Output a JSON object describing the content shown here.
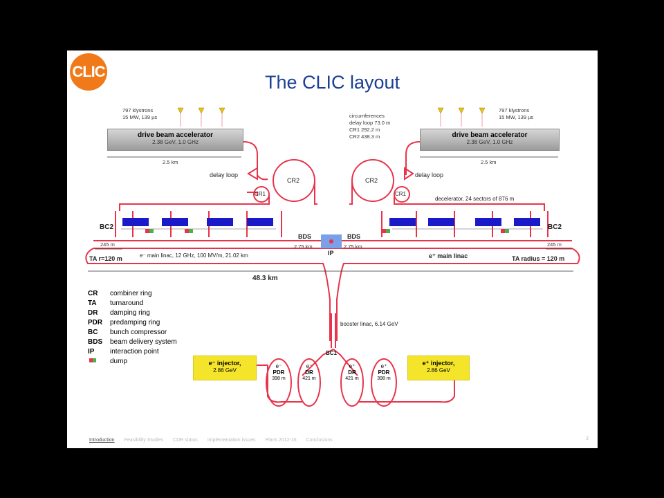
{
  "slide": {
    "title": "The CLIC layout",
    "logo_text": "CLIC",
    "page_number": "3"
  },
  "diagram": {
    "left": {
      "klystrons_line1": "797 klystrons",
      "klystrons_line2": "15 MW, 139 µs",
      "dba_name": "drive beam accelerator",
      "dba_spec": "2.38 GeV, 1.0 GHz",
      "length": "2.5 km",
      "delay_loop": "delay loop",
      "cr2": "CR2",
      "cr1": "CR1"
    },
    "right": {
      "klystrons_line1": "797 klystrons",
      "klystrons_line2": "15 MW, 139 µs",
      "dba_name": "drive beam accelerator",
      "dba_spec": "2.38 GeV, 1.0 GHz",
      "length": "2.5 km",
      "delay_loop": "delay loop",
      "cr2": "CR2",
      "cr1": "CR1"
    },
    "circumference": [
      "circumferences",
      "delay loop 73.0 m",
      "CR1 292.2 m",
      "CR2 438.3 m"
    ],
    "decelerator": "decelerator, 24 sectors of 876 m",
    "bc2_left": "BC2",
    "bc2_right": "BC2",
    "len_245_left": "245 m",
    "len_245_right": "245 m",
    "bds_left": "BDS",
    "bds_right": "BDS",
    "bds_len_left": "2.75 km",
    "bds_len_right": "2.75 km",
    "ip": "IP",
    "ta_left": "TA r=120 m",
    "ta_right": "TA radius = 120 m",
    "main_linac_left": "e⁻ main linac, 12 GHz, 100 MV/m, 21.02 km",
    "main_linac_right": "e⁺ main linac",
    "total_length": "48.3 km",
    "booster": "booster linac, 6.14 GeV",
    "bc1": "BC1",
    "injector_left_name": "e⁻ injector,",
    "injector_left_energy": "2.86 GeV",
    "injector_right_name": "e⁺ injector,",
    "injector_right_energy": "2.86 GeV",
    "rings": [
      {
        "particle": "e⁻",
        "name": "PDR",
        "len": "398 m"
      },
      {
        "particle": "e⁻",
        "name": "DR",
        "len": "421 m"
      },
      {
        "particle": "e⁺",
        "name": "DR",
        "len": "421 m"
      },
      {
        "particle": "e⁺",
        "name": "PDR",
        "len": "398 m"
      }
    ]
  },
  "legend": [
    {
      "key": "CR",
      "text": "combiner ring"
    },
    {
      "key": "TA",
      "text": "turnaround"
    },
    {
      "key": "DR",
      "text": "damping ring"
    },
    {
      "key": "PDR",
      "text": "predamping ring"
    },
    {
      "key": "BC",
      "text": "bunch compressor"
    },
    {
      "key": "BDS",
      "text": "beam delivery system"
    },
    {
      "key": "IP",
      "text": "interaction point"
    },
    {
      "key": "",
      "text": "dump"
    }
  ],
  "footer": [
    "Introduction",
    "Feasibility Studies",
    "CDR status",
    "Implementation issues",
    "Plans 2012-16",
    "Conclusions"
  ],
  "colors": {
    "beam": "#e8334a",
    "module": "#1a1ac8",
    "injector": "#f5e52a",
    "title": "#1b3f95",
    "logo": "#f07a1a"
  }
}
